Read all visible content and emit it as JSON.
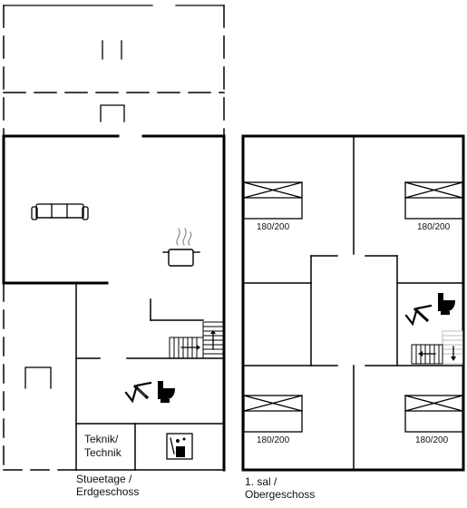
{
  "ground_floor": {
    "caption_line1": "Stueetage /",
    "caption_line2": "Erdgeschoss",
    "technik_line1": "Teknik/",
    "technik_line2": "Technik"
  },
  "upper_floor": {
    "caption_line1": "1. sal /",
    "caption_line2": "Obergeschoss",
    "beds": [
      "180/200",
      "180/200",
      "180/200",
      "180/200"
    ]
  }
}
